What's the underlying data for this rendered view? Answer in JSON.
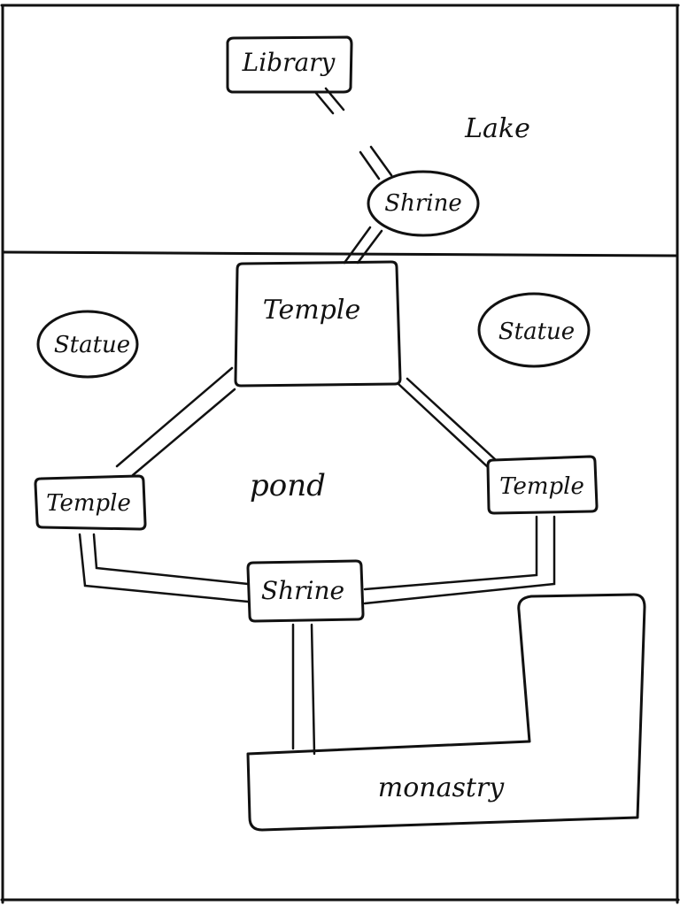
{
  "map": {
    "regions": {
      "lake": "Lake",
      "pond": "pond"
    },
    "places": {
      "library": "Library",
      "shrine_top": "Shrine",
      "temple_main": "Temple",
      "statue_left": "Statue",
      "statue_right": "Statue",
      "temple_left": "Temple",
      "temple_right": "Temple",
      "shrine_bottom": "Shrine",
      "monastery": "monastry"
    }
  }
}
